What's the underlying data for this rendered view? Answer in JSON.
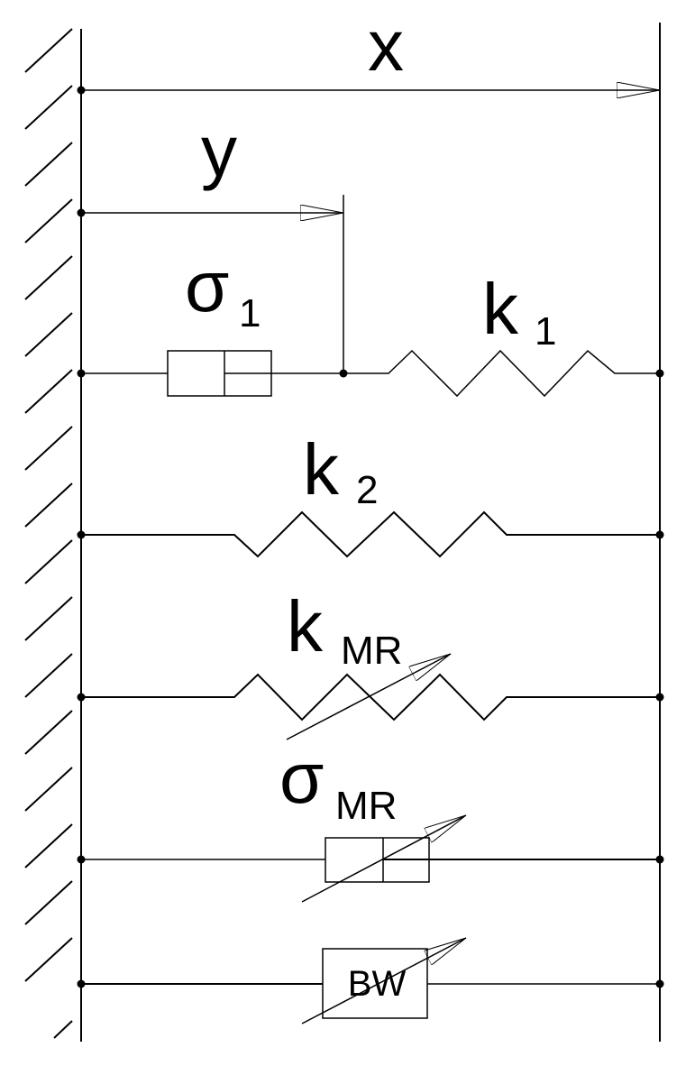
{
  "labels": {
    "x": "x",
    "y": "y",
    "sigma1_symbol": "σ",
    "sigma1_sub": "1",
    "k1_symbol": "k",
    "k1_sub": "1",
    "k2_symbol": "k",
    "k2_sub": "2",
    "kmr_symbol": "k",
    "kmr_sub": "MR",
    "sigmamr_symbol": "σ",
    "sigmamr_sub": "MR",
    "bw": "BW"
  }
}
